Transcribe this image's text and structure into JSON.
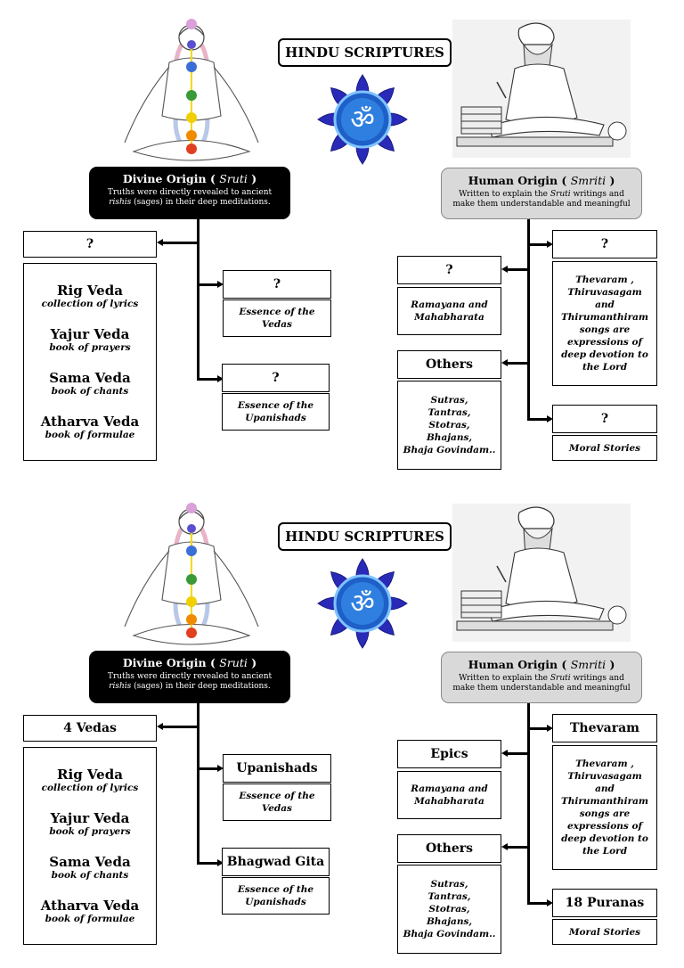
{
  "top": {
    "title": "HINDU SCRIPTURES",
    "divine": {
      "title_prefix": "Divine Origin (",
      "title_italic": "Sruti",
      "title_suffix": ")",
      "desc_line1": "Truths were directly revealed to ancient",
      "desc_italic": "rishis",
      "desc_line2_rest": "(sages) in their deep meditations."
    },
    "human": {
      "title_prefix": "Human Origin (",
      "title_italic": "Smriti",
      "title_suffix": ")",
      "desc_line1_a": "Written to explain the",
      "desc_italic": "Sruti",
      "desc_line1_b": "writings and",
      "desc_line2": "make them understandable and meaningful"
    },
    "left_head": "?",
    "vedas": [
      {
        "name": "Rig Veda",
        "desc": "collection of  lyrics"
      },
      {
        "name": "Yajur Veda",
        "desc": "book of prayers"
      },
      {
        "name": "Sama Veda",
        "desc": "book of chants"
      },
      {
        "name": "Atharva Veda",
        "desc": "book of formulae"
      }
    ],
    "upanishads_head": "?",
    "upanishads_desc": "Essence of the Vedas",
    "gita_head": "?",
    "gita_desc": "Essence of the Upanishads",
    "epics_head": "?",
    "epics_desc": "Ramayana and Mahabharata",
    "others_head": "Others",
    "others_desc": [
      "Sutras,",
      "Tantras,",
      "Stotras,",
      "Bhajans,",
      "Bhaja Govindam.."
    ],
    "thevaram_head": "?",
    "thevaram_desc": [
      "Thevaram ,",
      "Thiruvasagam",
      "and",
      "Thirumanthiram",
      "songs are",
      "expressions of",
      "deep devotion to",
      "the Lord"
    ],
    "puranas_head": "?",
    "puranas_desc": "Moral Stories"
  },
  "bottom": {
    "title": "HINDU SCRIPTURES",
    "divine": {
      "title_prefix": "Divine Origin (",
      "title_italic": "Sruti",
      "title_suffix": ")",
      "desc_line1": "Truths were directly revealed to ancient",
      "desc_italic": "rishis",
      "desc_line2_rest": "(sages) in their deep meditations."
    },
    "human": {
      "title_prefix": "Human Origin (",
      "title_italic": "Smriti",
      "title_suffix": ")",
      "desc_line1_a": "Written to explain the",
      "desc_italic": "Sruti",
      "desc_line1_b": "writings and",
      "desc_line2": "make them understandable and meaningful"
    },
    "left_head": "4 Vedas",
    "vedas": [
      {
        "name": "Rig Veda",
        "desc": "collection of  lyrics"
      },
      {
        "name": "Yajur Veda",
        "desc": "book of prayers"
      },
      {
        "name": "Sama Veda",
        "desc": "book of chants"
      },
      {
        "name": "Atharva Veda",
        "desc": "book of formulae"
      }
    ],
    "upanishads_head": "Upanishads",
    "upanishads_desc": "Essence of the Vedas",
    "gita_head": "Bhagwad Gita",
    "gita_desc": "Essence of the Upanishads",
    "epics_head": "Epics",
    "epics_desc": "Ramayana and Mahabharata",
    "others_head": "Others",
    "others_desc": [
      "Sutras,",
      "Tantras,",
      "Stotras,",
      "Bhajans,",
      "Bhaja Govindam.."
    ],
    "thevaram_head": "Thevaram",
    "thevaram_desc": [
      "Thevaram ,",
      "Thiruvasagam",
      "and",
      "Thirumanthiram",
      "songs are",
      "expressions of",
      "deep devotion to",
      "the Lord"
    ],
    "puranas_head": "18 Puranas",
    "puranas_desc": "Moral Stories"
  }
}
